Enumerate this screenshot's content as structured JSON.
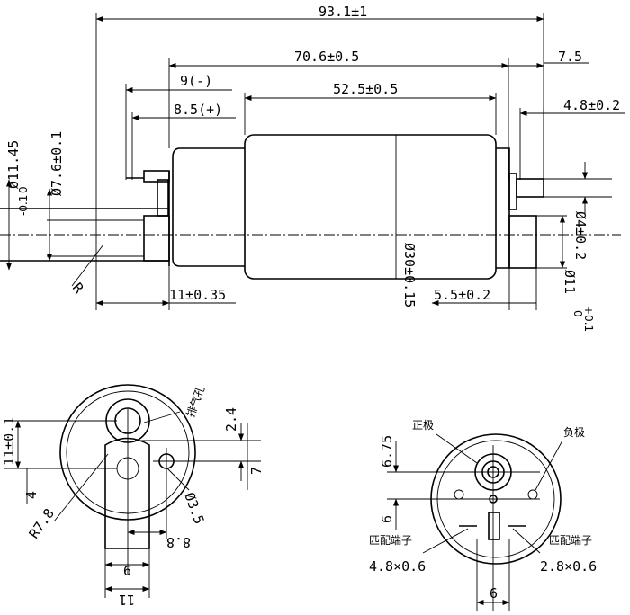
{
  "side_view": {
    "dims": {
      "overall_length": "93.1±1",
      "body_length": "70.6±0.5",
      "end_length": "7.5",
      "neg_terminal_offset": "9(-)",
      "pos_terminal_offset": "8.5(+)",
      "can_length": "52.5±0.5",
      "outlet_stub": "4.8±0.2",
      "inlet_diameter": "Ø11.45",
      "inlet_tol_upper": "0",
      "inlet_tol_lower": "-0.1",
      "inner_diameter": "Ø7.6±0.1",
      "body_diameter": "Ø30±0.15",
      "outlet_diameter": "Ø4±0.2",
      "outlet_body_dia": "Ø11",
      "outlet_body_tol_upper": "+0.1",
      "outlet_body_tol_lower": "0",
      "inlet_length": "11±0.35",
      "outlet_length": "5.5±0.2",
      "radius_label": "R"
    }
  },
  "end_view_left": {
    "dims": {
      "height_11": "11±0.1",
      "offset_4": "4",
      "radius": "R7.8",
      "vent_label": "排气孔",
      "dim_2_4": "2.4",
      "dim_7": "7",
      "hole_dia": "Ø3.5",
      "dim_8_8": "8.8",
      "width_6": "6",
      "width_11": "11"
    }
  },
  "end_view_right": {
    "dims": {
      "pos_label": "正极",
      "neg_label": "负极",
      "dim_6_75": "6.75",
      "dim_6": "6",
      "left_term_label": "匹配端子",
      "left_term_size": "4.8×0.6",
      "right_term_label": "匹配端子",
      "right_term_size": "2.8×0.6",
      "bottom_width": "6"
    }
  }
}
